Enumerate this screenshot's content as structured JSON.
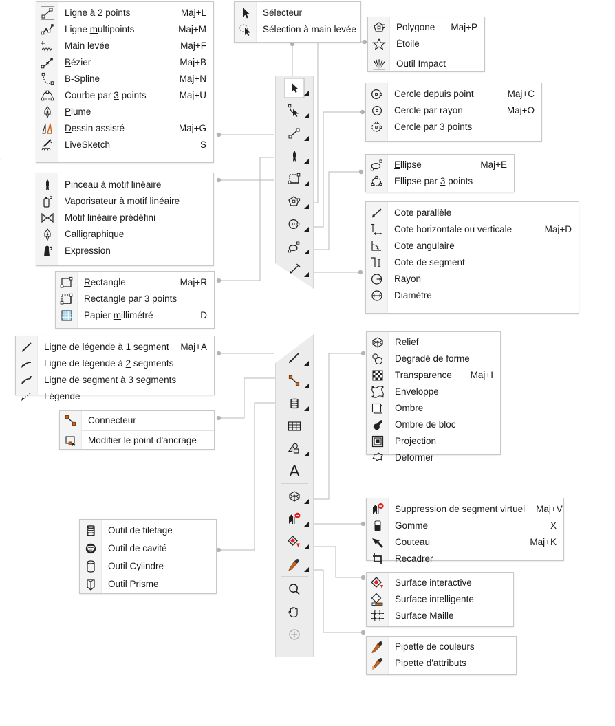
{
  "app": {
    "title": "CorelDRAW toolbox flyout reference",
    "language": "fr",
    "accent_color": "#c8641e",
    "toolbar_bg": "#ececec",
    "menu_bg": "#ffffff",
    "connector_color": "#b9b9b9"
  },
  "menus": {
    "curve_tools": {
      "name": "curve-tools-flyout",
      "items": [
        {
          "icon": "two-point-line-icon",
          "label": "Ligne à 2 points",
          "accel": "Maj+L",
          "underline": "",
          "selected": true
        },
        {
          "icon": "polyline-icon",
          "label": "Ligne multipoints",
          "accel": "Maj+M",
          "underline": "m",
          "selected": false
        },
        {
          "icon": "freehand-icon",
          "label": "Main levée",
          "accel": "Maj+F",
          "underline": "M",
          "selected": false
        },
        {
          "icon": "bezier-icon",
          "label": "Bézier",
          "accel": "Maj+B",
          "underline": "B",
          "selected": false
        },
        {
          "icon": "b-spline-icon",
          "label": "B-Spline",
          "accel": "Maj+N",
          "underline": "",
          "selected": false
        },
        {
          "icon": "three-point-curve-icon",
          "label": "Courbe par 3 points",
          "accel": "Maj+U",
          "underline": "3",
          "selected": false
        },
        {
          "icon": "pen-icon",
          "label": "Plume",
          "accel": "",
          "underline": "P",
          "selected": false
        },
        {
          "icon": "smart-drawing-icon",
          "label": "Dessin assisté",
          "accel": "Maj+G",
          "underline": "D",
          "selected": false
        },
        {
          "icon": "livesketch-icon",
          "label": "LiveSketch",
          "accel": "S",
          "underline": "",
          "selected": false
        }
      ]
    },
    "artistic_media": {
      "name": "artistic-media-flyout",
      "items": [
        {
          "icon": "brush-icon",
          "label": "Pinceau à motif linéaire",
          "accel": ""
        },
        {
          "icon": "sprayer-icon",
          "label": "Vaporisateur à motif linéaire",
          "accel": ""
        },
        {
          "icon": "preset-line-icon",
          "label": "Motif linéaire prédéfini",
          "accel": ""
        },
        {
          "icon": "calligraphy-icon",
          "label": "Calligraphique",
          "accel": ""
        },
        {
          "icon": "expression-icon",
          "label": "Expression",
          "accel": ""
        }
      ]
    },
    "rectangle_tools": {
      "name": "rectangle-tools-flyout",
      "items": [
        {
          "icon": "rectangle-icon",
          "label": "Rectangle",
          "accel": "Maj+R",
          "underline": "R"
        },
        {
          "icon": "three-point-rect-icon",
          "label": "Rectangle par 3 points",
          "accel": "",
          "underline": "3"
        },
        {
          "icon": "graph-paper-icon",
          "label": "Papier millimétré",
          "accel": "D",
          "underline": "m"
        }
      ]
    },
    "pick_tools": {
      "name": "pick-tools-flyout",
      "items": [
        {
          "icon": "pick-arrow-icon",
          "label": "Sélecteur",
          "accel": ""
        },
        {
          "icon": "freehand-select-icon",
          "label": "Sélection à main levée",
          "accel": ""
        }
      ]
    },
    "polygon_tools": {
      "name": "polygon-tools-flyout",
      "items": [
        {
          "icon": "polygon-icon",
          "label": "Polygone",
          "accel": "Maj+P",
          "sep_after": false
        },
        {
          "icon": "star-icon",
          "label": "Étoile",
          "accel": "",
          "sep_after": true
        },
        {
          "icon": "impact-icon",
          "label": "Outil Impact",
          "accel": "",
          "sep_after": false
        }
      ]
    },
    "ellipse_circle_tools": {
      "name": "circle-tools-flyout",
      "items": [
        {
          "icon": "circle-from-point-icon",
          "label": "Cercle depuis point",
          "accel": "Maj+C"
        },
        {
          "icon": "circle-by-radius-icon",
          "label": "Cercle par rayon",
          "accel": "Maj+O"
        },
        {
          "icon": "circle-3-points-icon",
          "label": "Cercle par 3 points",
          "accel": ""
        }
      ]
    },
    "ellipse_tools": {
      "name": "ellipse-tools-flyout",
      "items": [
        {
          "icon": "ellipse-icon",
          "label": "Ellipse",
          "accel": "Maj+E",
          "underline": "E"
        },
        {
          "icon": "ellipse-3-points-icon",
          "label": "Ellipse par 3 points",
          "accel": "",
          "underline": "3"
        }
      ]
    },
    "dimension_tools": {
      "name": "dimension-tools-flyout",
      "items": [
        {
          "icon": "parallel-dimension-icon",
          "label": "Cote parallèle",
          "accel": ""
        },
        {
          "icon": "horizontal-dimension-icon",
          "label": "Cote horizontale ou verticale",
          "accel": "Maj+D"
        },
        {
          "icon": "angular-dimension-icon",
          "label": "Cote angulaire",
          "accel": ""
        },
        {
          "icon": "segment-dimension-icon",
          "label": "Cote de segment",
          "accel": ""
        },
        {
          "icon": "radius-dimension-icon",
          "label": "Rayon",
          "accel": ""
        },
        {
          "icon": "diameter-dimension-icon",
          "label": "Diamètre",
          "accel": ""
        }
      ]
    },
    "callout_tools": {
      "name": "callout-tools-flyout",
      "items": [
        {
          "icon": "callout-1-segment-icon",
          "label": "Ligne de légende à 1 segment",
          "accel": "Maj+A",
          "underline": "1"
        },
        {
          "icon": "callout-2-segment-icon",
          "label": "Ligne de légende à 2 segments",
          "accel": "",
          "underline": "2"
        },
        {
          "icon": "callout-3-segment-icon",
          "label": "Ligne de segment à 3 segments",
          "accel": "",
          "underline": "3"
        },
        {
          "icon": "callout-icon",
          "label": "Légende",
          "accel": "",
          "underline": ""
        }
      ]
    },
    "connector_tools": {
      "name": "connector-tools-flyout",
      "items": [
        {
          "icon": "connector-icon",
          "label": "Connecteur",
          "accel": "",
          "sep_after": true
        },
        {
          "icon": "anchor-point-icon",
          "label": "Modifier le point d'ancrage",
          "accel": "",
          "sep_after": false
        }
      ]
    },
    "effects_tools": {
      "name": "effects-tools-flyout",
      "items": [
        {
          "icon": "extrude-icon",
          "label": "Relief",
          "accel": ""
        },
        {
          "icon": "blend-icon",
          "label": "Dégradé de forme",
          "accel": ""
        },
        {
          "icon": "transparency-icon",
          "label": "Transparence",
          "accel": "Maj+I"
        },
        {
          "icon": "envelope-icon",
          "label": "Enveloppe",
          "accel": ""
        },
        {
          "icon": "shadow-icon",
          "label": "Ombre",
          "accel": ""
        },
        {
          "icon": "block-shadow-icon",
          "label": "Ombre de bloc",
          "accel": ""
        },
        {
          "icon": "contour-icon",
          "label": "Projection",
          "accel": ""
        },
        {
          "icon": "distort-icon",
          "label": "Déformer",
          "accel": ""
        }
      ]
    },
    "three_d_tools": {
      "name": "3d-tools-flyout",
      "items": [
        {
          "icon": "thread-tool-icon",
          "label": "Outil de filetage",
          "accel": ""
        },
        {
          "icon": "cavity-tool-icon",
          "label": "Outil de cavité",
          "accel": ""
        },
        {
          "icon": "cylinder-tool-icon",
          "label": "Outil  Cylindre",
          "accel": ""
        },
        {
          "icon": "prism-tool-icon",
          "label": "Outil Prisme",
          "accel": ""
        }
      ]
    },
    "crop_tools": {
      "name": "crop-tools-flyout",
      "items": [
        {
          "icon": "virtual-segment-delete-icon",
          "label": "Suppression de segment virtuel",
          "accel": "Maj+V"
        },
        {
          "icon": "eraser-icon",
          "label": "Gomme",
          "accel": "X"
        },
        {
          "icon": "knife-icon",
          "label": "Couteau",
          "accel": "Maj+K"
        },
        {
          "icon": "crop-icon",
          "label": "Recadrer",
          "accel": ""
        }
      ]
    },
    "fill_tools": {
      "name": "fill-tools-flyout",
      "items": [
        {
          "icon": "interactive-fill-icon",
          "label": "Surface interactive",
          "accel": ""
        },
        {
          "icon": "smart-fill-icon",
          "label": "Surface intelligente",
          "accel": ""
        },
        {
          "icon": "mesh-fill-icon",
          "label": "Surface Maille",
          "accel": ""
        }
      ]
    },
    "eyedropper_tools": {
      "name": "eyedropper-tools-flyout",
      "items": [
        {
          "icon": "color-eyedropper-icon",
          "label": "Pipette de couleurs",
          "accel": ""
        },
        {
          "icon": "attribute-eyedropper-icon",
          "label": "Pipette d'attributs",
          "accel": ""
        }
      ]
    }
  },
  "toolbars": {
    "upper": {
      "name": "upper-toolbox",
      "buttons": [
        {
          "icon": "pick-arrow-icon",
          "tool": "Sélecteur",
          "flyout": true,
          "active": true
        },
        {
          "icon": "shape-node-icon",
          "tool": "Forme",
          "flyout": true,
          "active": false
        },
        {
          "icon": "two-point-line-icon",
          "tool": "Ligne à 2 points",
          "flyout": true,
          "active": false
        },
        {
          "icon": "brush-icon",
          "tool": "Support artistique",
          "flyout": true,
          "active": false
        },
        {
          "icon": "rectangle-icon",
          "tool": "Rectangle",
          "flyout": true,
          "active": false
        },
        {
          "icon": "polygon-icon",
          "tool": "Polygone",
          "flyout": true,
          "active": false
        },
        {
          "icon": "circle-from-point-icon",
          "tool": "Cercle",
          "flyout": true,
          "active": false
        },
        {
          "icon": "ellipse-icon",
          "tool": "Ellipse",
          "flyout": true,
          "active": false
        },
        {
          "icon": "parallel-dimension-icon",
          "tool": "Cote",
          "flyout": true,
          "active": false
        }
      ]
    },
    "lower": {
      "name": "lower-toolbox",
      "buttons": [
        {
          "icon": "callout-1-segment-icon",
          "tool": "Ligne de légende",
          "flyout": true,
          "active": false,
          "sep_after": false
        },
        {
          "icon": "connector-icon",
          "tool": "Connecteur",
          "flyout": true,
          "active": false,
          "sep_after": false
        },
        {
          "icon": "thread-tool-icon",
          "tool": "Outil de filetage",
          "flyout": true,
          "active": false,
          "sep_after": false
        },
        {
          "icon": "table-icon",
          "tool": "Tableau",
          "flyout": false,
          "active": false,
          "sep_after": false
        },
        {
          "icon": "shape-tools-icon",
          "tool": "Formes",
          "flyout": true,
          "active": false,
          "sep_after": false
        },
        {
          "icon": "text-icon",
          "tool": "Texte",
          "flyout": false,
          "active": false,
          "sep_after": true
        },
        {
          "icon": "extrude-icon",
          "tool": "Relief",
          "flyout": true,
          "active": false,
          "sep_after": false
        },
        {
          "icon": "virtual-segment-delete-icon",
          "tool": "Recadrer",
          "flyout": true,
          "active": false,
          "sep_after": false
        },
        {
          "icon": "interactive-fill-icon",
          "tool": "Surface",
          "flyout": true,
          "active": false,
          "sep_after": false
        },
        {
          "icon": "color-eyedropper-icon",
          "tool": "Pipette",
          "flyout": true,
          "active": false,
          "sep_after": true
        },
        {
          "icon": "zoom-icon",
          "tool": "Zoom",
          "flyout": false,
          "active": false,
          "sep_after": false
        },
        {
          "icon": "pan-hand-icon",
          "tool": "Panoramique",
          "flyout": false,
          "active": false,
          "sep_after": false
        },
        {
          "icon": "add-tool-icon",
          "tool": "Personnalisation",
          "flyout": false,
          "active": false,
          "sep_after": false
        }
      ]
    }
  }
}
